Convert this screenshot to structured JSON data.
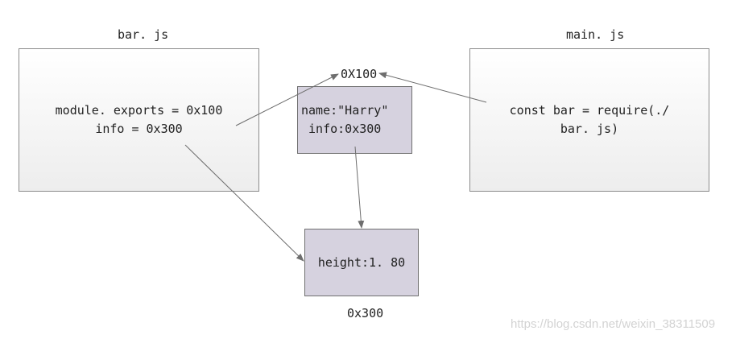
{
  "bar_file": {
    "title": "bar. js",
    "line1": "module. exports = 0x100",
    "line2": "info = 0x300"
  },
  "main_file": {
    "title": "main. js",
    "line1": "const bar = require(./",
    "line2": "bar. js)"
  },
  "object_box": {
    "address": "0X100",
    "line1": "name:\"Harry\"",
    "line2": " info:0x300"
  },
  "info_box": {
    "address": "0x300",
    "line1": "height:1. 80"
  },
  "watermark": "https://blog.csdn.net/weixin_38311509",
  "colors": {
    "memory_box_fill": "#d6d2df",
    "arrow": "#6e6e6e",
    "watermark": "#d3d3d3"
  }
}
